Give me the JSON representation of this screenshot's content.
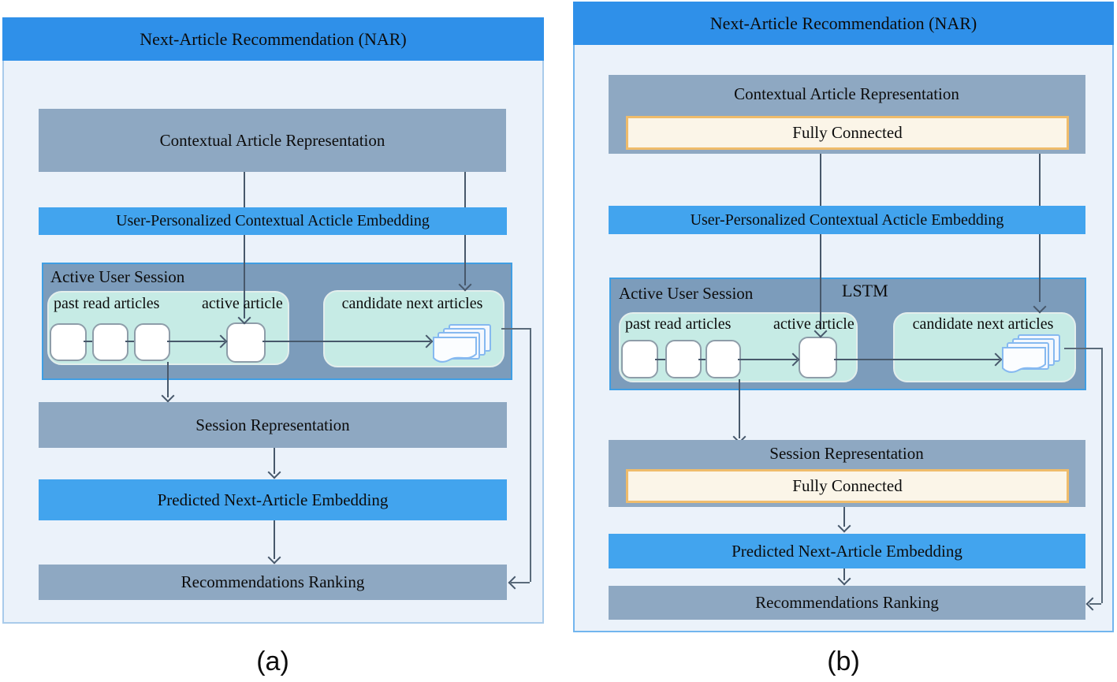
{
  "figure": {
    "caption_a": "(a)",
    "caption_b": "(b)"
  },
  "panel_a": {
    "header": "Next-Article Recommendation (NAR)",
    "contextual_box": "Contextual Article Representation",
    "embedding_bar": "User-Personalized Contextual Acticle Embedding",
    "session_title": "Active User Session",
    "past_read_label": "past read articles",
    "active_article_label": "active article",
    "candidates_label": "candidate next articles",
    "session_rep_box": "Session Representation",
    "predicted_bar": "Predicted Next-Article Embedding",
    "ranking_box": "Recommendations Ranking"
  },
  "panel_b": {
    "header": "Next-Article Recommendation (NAR)",
    "contextual_box": "Contextual Article Representation",
    "fully_connected_top": "Fully Connected",
    "embedding_bar": "User-Personalized Contextual Acticle Embedding",
    "session_title": "Active User Session",
    "lstm_label": "LSTM",
    "past_read_label": "past read articles",
    "active_article_label": "active article",
    "candidates_label": "candidate next articles",
    "session_rep_box": "Session Representation",
    "fully_connected_bottom": "Fully Connected",
    "predicted_bar": "Predicted Next-Article Embedding",
    "ranking_box": "Recommendations Ranking"
  },
  "colors": {
    "header_blue": "#2f90e9",
    "accent_blue_bar": "#42a4ee",
    "slate_box": "#8ea8c2",
    "session_container": "#7c9cbb",
    "session_border": "#3f9ee3",
    "teal_box": "#c6ebe5",
    "panel_background": "#ebf2fa",
    "panel_border_a": "#a9cbeb",
    "panel_border_b": "#72b5ee",
    "fully_connected_fill": "#fbf5e8",
    "fully_connected_border": "#efbc6b",
    "arrow_line": "#47586b",
    "text": "#0c0c0c"
  }
}
